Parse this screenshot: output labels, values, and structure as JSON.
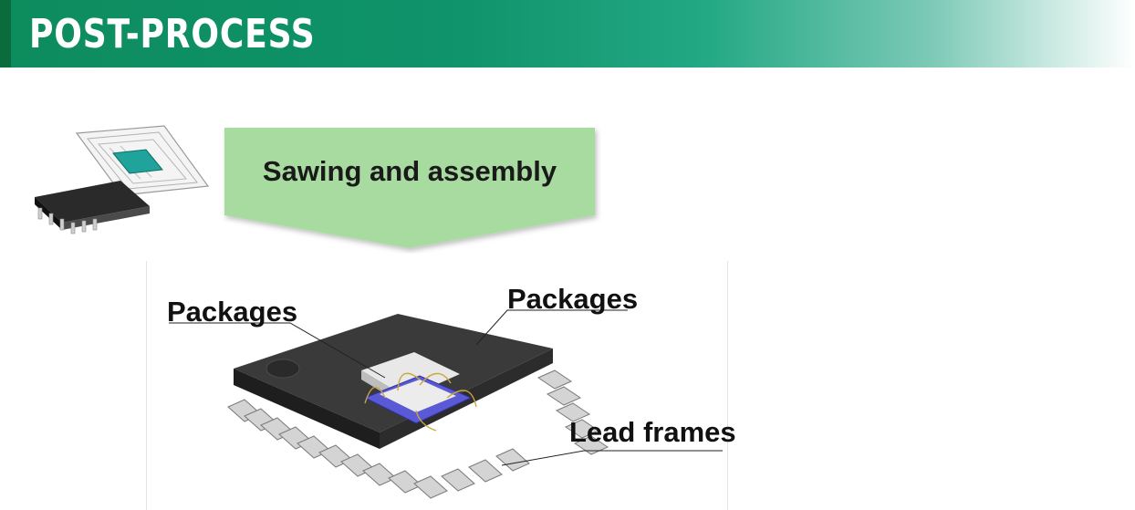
{
  "header": {
    "title": "POST-PROCESS"
  },
  "process": {
    "step_label": "Sawing and assembly"
  },
  "diagram": {
    "labels": [
      "Packages",
      "Packages",
      "Lead frames"
    ]
  }
}
